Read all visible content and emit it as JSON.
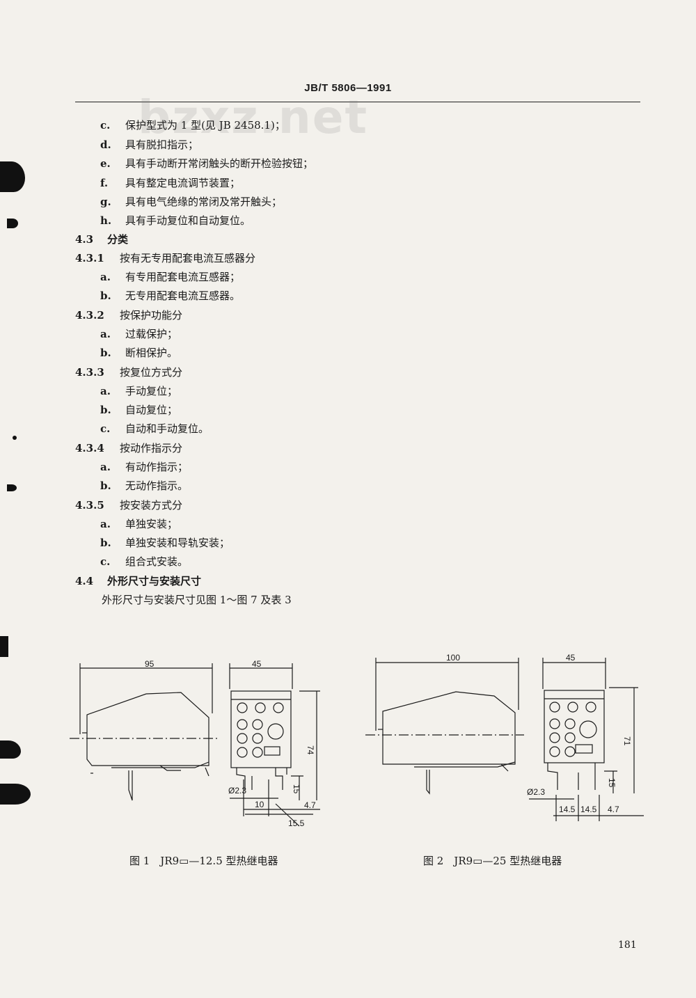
{
  "header": {
    "doc_code": "JB/T 5806—1991"
  },
  "watermark": "bzxz.net",
  "lines": [
    {
      "label": "c.",
      "text": "保护型式为 1 型(见 JB 2458.1)；"
    },
    {
      "label": "d.",
      "text": "具有脱扣指示；"
    },
    {
      "label": "e.",
      "text": "具有手动断开常闭触头的断开检验按钮；"
    },
    {
      "label": "f.",
      "text": "具有整定电流调节装置；"
    },
    {
      "label": "g.",
      "text": "具有电气绝缘的常闭及常开触头；"
    },
    {
      "label": "h.",
      "text": "具有手动复位和自动复位。"
    },
    {
      "label": "4.3",
      "text": "分类"
    },
    {
      "label": "4.3.1",
      "text": "按有无专用配套电流互感器分"
    },
    {
      "label": "a.",
      "text": "有专用配套电流互感器；"
    },
    {
      "label": "b.",
      "text": "无专用配套电流互感器。"
    },
    {
      "label": "4.3.2",
      "text": "按保护功能分"
    },
    {
      "label": "a.",
      "text": "过载保护；"
    },
    {
      "label": "b.",
      "text": "断相保护。"
    },
    {
      "label": "4.3.3",
      "text": "按复位方式分"
    },
    {
      "label": "a.",
      "text": "手动复位；"
    },
    {
      "label": "b.",
      "text": "自动复位；"
    },
    {
      "label": "c.",
      "text": "自动和手动复位。"
    },
    {
      "label": "4.3.4",
      "text": "按动作指示分"
    },
    {
      "label": "a.",
      "text": "有动作指示；"
    },
    {
      "label": "b.",
      "text": "无动作指示。"
    },
    {
      "label": "4.3.5",
      "text": "按安装方式分"
    },
    {
      "label": "a.",
      "text": "单独安装；"
    },
    {
      "label": "b.",
      "text": "单独安装和导轨安装；"
    },
    {
      "label": "c.",
      "text": "组合式安装。"
    },
    {
      "label": "4.4",
      "text": "外形尺寸与安装尺寸"
    },
    {
      "label": "",
      "text": "外形尺寸与安装尺寸见图 1～图 7 及表 3"
    }
  ],
  "figure1": {
    "dims": {
      "width": "95",
      "depth": "45",
      "height": "74",
      "hole": "Ø2.3",
      "pin": "15",
      "pitch": "10",
      "offset": "4.7",
      "span": "15.5"
    },
    "caption": "图 1　JR9▭—12.5 型热继电器"
  },
  "figure2": {
    "dims": {
      "width": "100",
      "depth": "45",
      "height": "71",
      "hole": "Ø2.3",
      "pin": "15",
      "pitch_a": "14.5",
      "pitch_b": "14.5",
      "offset": "4.7"
    },
    "caption": "图 2　JR9▭—25 型热继电器"
  },
  "page_number": "181"
}
